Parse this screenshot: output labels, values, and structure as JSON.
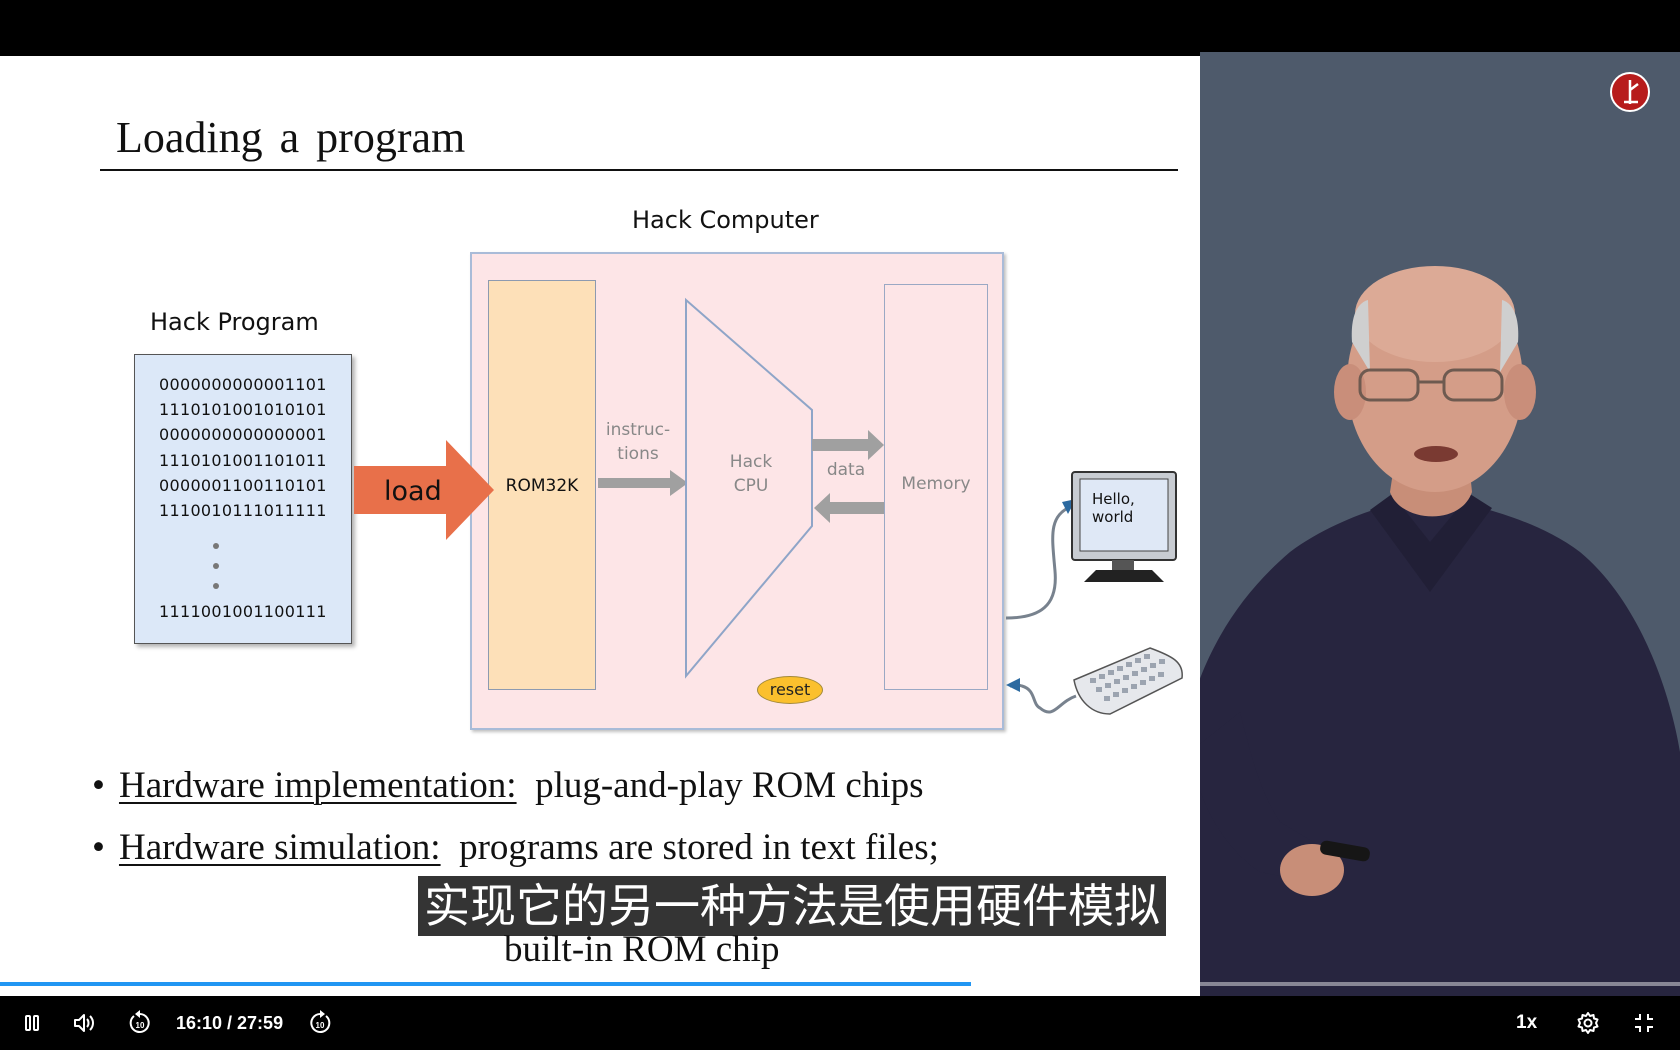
{
  "slide": {
    "title": "Loading a program",
    "diagram": {
      "computer_label": "Hack Computer",
      "program_label": "Hack Program",
      "program_lines": [
        "0000000000001101",
        "1110101001010101",
        "0000000000000001",
        "1110101001101011",
        "0000001100110101",
        "1110010111011111"
      ],
      "program_last_line": "1111001001100111",
      "load_label": "load",
      "rom_label": "ROM32K",
      "instructions_label_1": "instruc-",
      "instructions_label_2": "tions",
      "cpu_label_1": "Hack",
      "cpu_label_2": "CPU",
      "data_label": "data",
      "memory_label": "Memory",
      "reset_label": "reset",
      "screen_text_1": "Hello,",
      "screen_text_2": "world"
    },
    "bullets": [
      {
        "term": "Hardware implementation:",
        "text": "plug-and-play  ROM chips"
      },
      {
        "term": "Hardware simulation:",
        "text": "programs  are  stored  in  text files;"
      }
    ],
    "bullet_partial": "built-in ROM chip"
  },
  "subtitle": "实现它的另一种方法是使用硬件模拟",
  "player": {
    "current_time": "16:10",
    "duration": "27:59",
    "time_display": "16:10 / 27:59",
    "progress": 0.578,
    "speed": "1x",
    "skip_back_seconds": "10",
    "skip_forward_seconds": "10"
  },
  "colors": {
    "progress": "#2196f3",
    "presenter_bg": "#4e5a6b",
    "load_arrow": "#e8704a",
    "rom_fill": "#fde0b8",
    "computer_fill": "#fde5e7",
    "program_fill": "#dce8f8"
  },
  "icons": [
    "pause-icon",
    "volume-icon",
    "rewind-10-icon",
    "forward-10-icon",
    "settings-gear-icon",
    "exit-fullscreen-icon",
    "channel-logo-icon"
  ]
}
